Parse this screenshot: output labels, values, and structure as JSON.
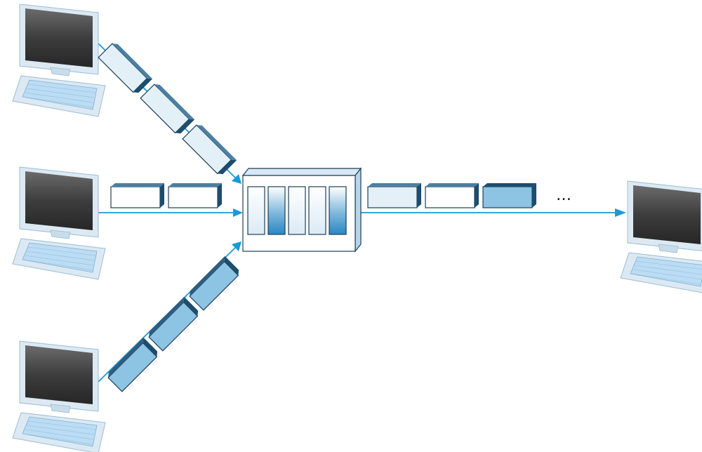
{
  "diagram": {
    "ellipsis": "…",
    "colors": {
      "arrow": "#1a9ad6",
      "packet_dark": "#8dc3e3",
      "packet_light": "#e3f0f8",
      "packet_white": "#ffffff",
      "packet_side": "#1d4d6e",
      "monitor_frame": "#dce9f3",
      "screen": "#3a3a3a",
      "router_body": "#ffffff",
      "router_top": "#d8e9f5",
      "router_side": "#b9d5ea"
    },
    "nodes": [
      {
        "id": "source-host-1",
        "icon": "desktop-computer-icon"
      },
      {
        "id": "source-host-2",
        "icon": "desktop-computer-icon"
      },
      {
        "id": "source-host-3",
        "icon": "desktop-computer-icon"
      },
      {
        "id": "packet-switch",
        "icon": "router-queue-icon"
      },
      {
        "id": "destination-host",
        "icon": "desktop-computer-icon"
      }
    ],
    "queue_buffers": [
      "light",
      "dark",
      "light",
      "light",
      "dark"
    ],
    "input_packets": {
      "link-1": [
        "light",
        "light",
        "light"
      ],
      "link-2": [
        "white",
        "white"
      ],
      "link-3": [
        "dark",
        "dark",
        "dark"
      ]
    },
    "output_packets": [
      "light",
      "white",
      "dark"
    ]
  }
}
